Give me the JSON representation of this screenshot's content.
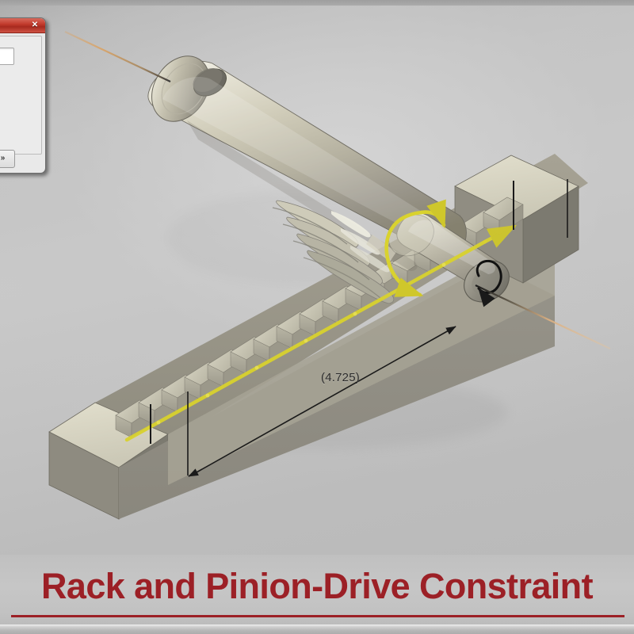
{
  "caption": {
    "title": "Rack and Pinion-Drive Constraint",
    "color": "#9c2026"
  },
  "viewport": {
    "background_color": "#c2c2c2",
    "part_color": "#b6b3a4",
    "highlight_color": "#d9d22e",
    "axis_color": "#e0a868",
    "annotation_color": "#1a1a1a"
  },
  "dimension": {
    "value_label": "(4.725)",
    "units_implied": "inches"
  },
  "dialog": {
    "close_label": "✕",
    "prev_button_label": "",
    "next_button_label": "»",
    "field_value": "",
    "field_placeholder": ""
  },
  "model": {
    "pinion_name": "pinion-shaft",
    "rack_name": "gear-rack",
    "rack_tooth_count": 17,
    "rotation_arrow": "yellow-rotation-arrow",
    "end_rotation_arrow": "black-rotation-arrow"
  }
}
